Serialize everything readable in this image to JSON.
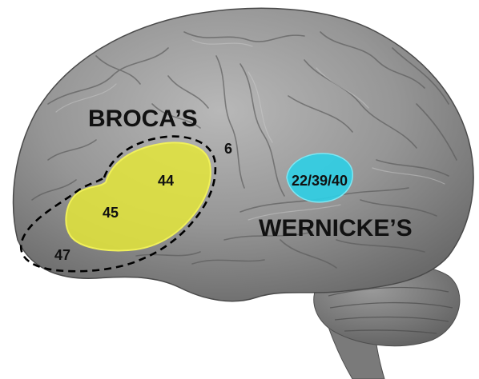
{
  "labels": {
    "broca": "BROCA’S",
    "wernicke": "WERNICKE’S",
    "area_6": "6",
    "area_44": "44",
    "area_45": "45",
    "area_47": "47",
    "area_wernicke": "22/39/40"
  },
  "colors": {
    "background": "#ffffff",
    "brain_fill": "#8c8c8c",
    "brain_light": "#b3b3b3",
    "brain_dark": "#555555",
    "broca_region": "#e4e63a",
    "wernicke_region": "#2ecfe6",
    "outline_dashed": "#000000",
    "text": "#111111"
  }
}
